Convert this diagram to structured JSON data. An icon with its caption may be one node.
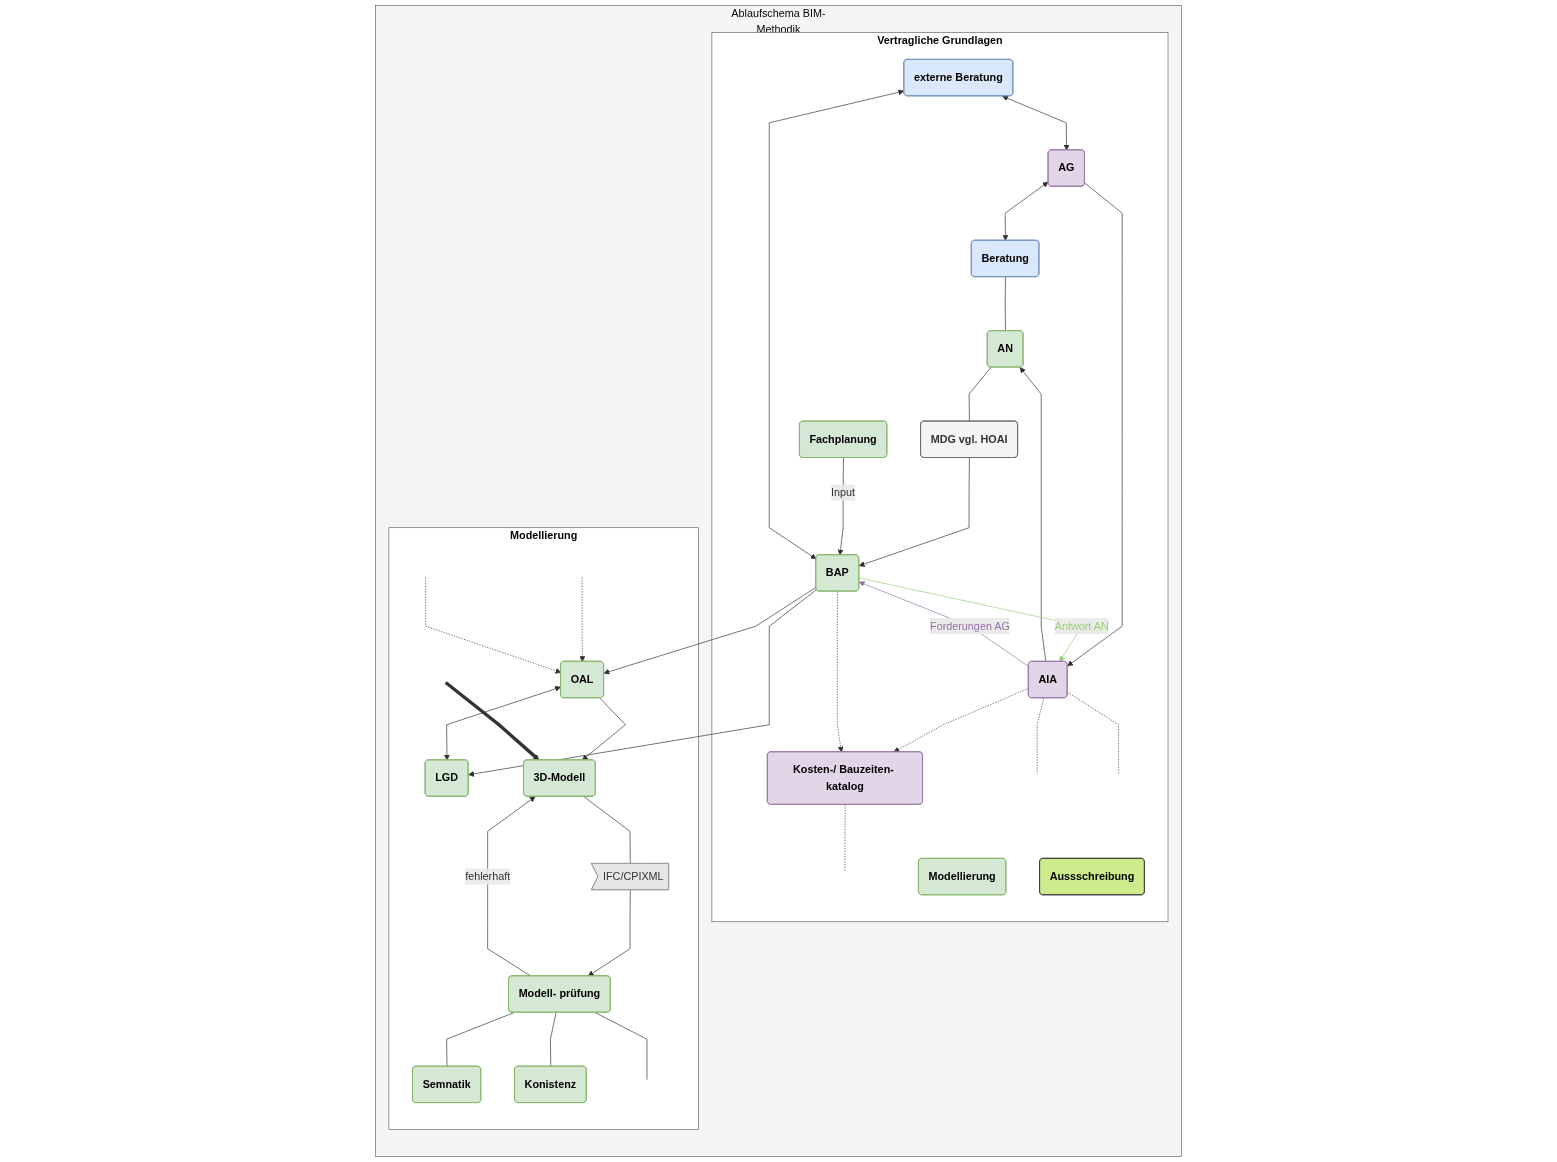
{
  "diagram": {
    "nodes": [
      {
        "text": [
          "Ablaufschema BIM-Methodik"
        ]
      },
      {
        "text": [
          "Vertragliche Grundlagen"
        ],
        "in": 0
      },
      {
        "text": [
          "Modellierung"
        ],
        "in": 0
      },
      {
        "text": [
          "externe Beratung"
        ],
        "in": 1
      },
      {
        "text": [
          "AG"
        ],
        "in": 1
      },
      {
        "text": [
          "Beratung"
        ],
        "in": 1
      },
      {
        "text": [
          "AIA"
        ],
        "in": 1
      },
      {
        "text": [
          "AN"
        ],
        "in": 1
      },
      {
        "text": [
          "MDG vgl. HOAI"
        ],
        "in": 1
      },
      {
        "text": [
          "Kosten-/ Bauzeiten- katalog"
        ],
        "in": 1
      },
      {
        "text": [
          "BAP"
        ],
        "in": 1
      },
      {
        "text": [
          "Modellierung"
        ],
        "in": 1
      },
      {
        "text": [
          "Fachplanung"
        ],
        "in": 1
      },
      {
        "text": [
          "Aussschreibung"
        ],
        "in": 1
      },
      {
        "text": [
          "OAL"
        ],
        "in": 2
      },
      {
        "text": [
          "LGD"
        ],
        "in": 2
      },
      {
        "text": [
          "3D-Modell"
        ],
        "in": 2
      },
      {
        "text": [
          "IFC/CPIXML"
        ],
        "in": 2
      },
      {
        "text": [
          "Modell- prüfung"
        ],
        "in": 2
      },
      {
        "text": [
          "Semnatik"
        ],
        "in": 2
      },
      {
        "text": [
          "Konistenz"
        ],
        "in": 2
      }
    ],
    "edges": [
      {
        "from": 3,
        "to": 4,
        "arrow": "both"
      },
      {
        "from": 4,
        "to": 5,
        "arrow": "both"
      },
      {
        "from": 4,
        "to": 6,
        "arrow": "to"
      },
      {
        "from": 5,
        "to": 7,
        "arrow": "none"
      },
      {
        "from": 6,
        "to": 7,
        "arrow": "to"
      },
      {
        "from": 6,
        "to": 10,
        "arrow": "to",
        "label": "Forderungen AG",
        "color": "#9673a6"
      },
      {
        "from": 10,
        "to": 6,
        "arrow": "to",
        "label": "Antwort AN",
        "color": "#97d077"
      },
      {
        "from": 7,
        "to": 8,
        "arrow": "none"
      },
      {
        "from": 8,
        "to": 10,
        "arrow": "to"
      },
      {
        "from": 12,
        "to": 10,
        "arrow": "to",
        "label": "Input"
      },
      {
        "from": 3,
        "to": 10,
        "arrow": "both"
      },
      {
        "from": 6,
        "to": 9,
        "arrow": "to",
        "style": "dashed"
      },
      {
        "from": 10,
        "to": 9,
        "arrow": "to",
        "style": "dashed"
      },
      {
        "from": 6,
        "to": null,
        "arrow": "none",
        "style": "dashed"
      },
      {
        "from": 6,
        "to": null,
        "arrow": "none",
        "style": "dashed"
      },
      {
        "from": 9,
        "to": null,
        "arrow": "none",
        "style": "dashed"
      },
      {
        "from": 10,
        "to": 14,
        "arrow": "to"
      },
      {
        "from": 10,
        "to": 15,
        "arrow": "to"
      },
      {
        "from": 14,
        "to": 15,
        "arrow": "both"
      },
      {
        "from": null,
        "to": 14,
        "arrow": "to",
        "style": "dashed"
      },
      {
        "from": null,
        "to": 14,
        "arrow": "to",
        "style": "dashed"
      },
      {
        "from": 14,
        "to": 16,
        "arrow": "to"
      },
      {
        "from": null,
        "to": 16,
        "arrow": "to",
        "style": "thick"
      },
      {
        "from": 16,
        "to": 17,
        "arrow": "none"
      },
      {
        "from": 17,
        "to": 18,
        "arrow": "to"
      },
      {
        "from": 18,
        "to": 16,
        "arrow": "to",
        "label": "fehlerhaft"
      },
      {
        "from": 18,
        "to": 19,
        "arrow": "none"
      },
      {
        "from": 18,
        "to": 20,
        "arrow": "none"
      },
      {
        "from": 18,
        "to": null,
        "arrow": "none"
      }
    ]
  }
}
